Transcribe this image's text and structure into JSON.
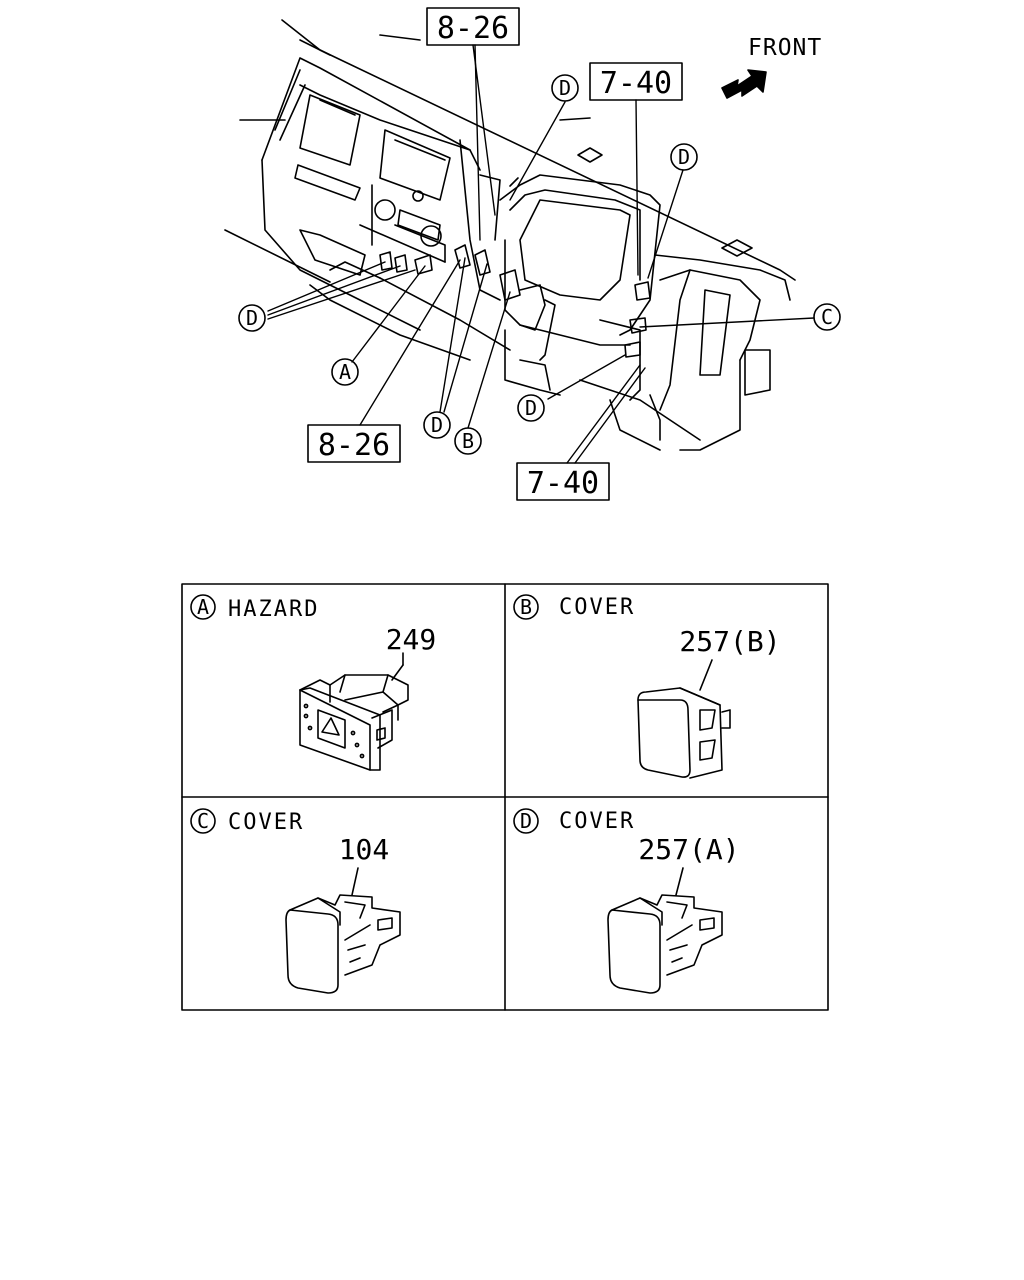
{
  "overview": {
    "front_label": "FRONT",
    "ref_top": "8-26",
    "ref_top_right": "7-40",
    "ref_bottom_left": "8-26",
    "ref_bottom_right": "7-40",
    "callouts": {
      "d1": "D",
      "d2": "D",
      "d3": "D",
      "d4": "D",
      "d5": "D",
      "a": "A",
      "b": "B",
      "c": "C"
    }
  },
  "legend": {
    "panels": [
      {
        "letter": "A",
        "title": "HAZARD",
        "part": "249"
      },
      {
        "letter": "B",
        "title": "COVER",
        "part": "257(B)"
      },
      {
        "letter": "C",
        "title": "COVER",
        "part": "104"
      },
      {
        "letter": "D",
        "title": "COVER",
        "part": "257(A)"
      }
    ]
  }
}
